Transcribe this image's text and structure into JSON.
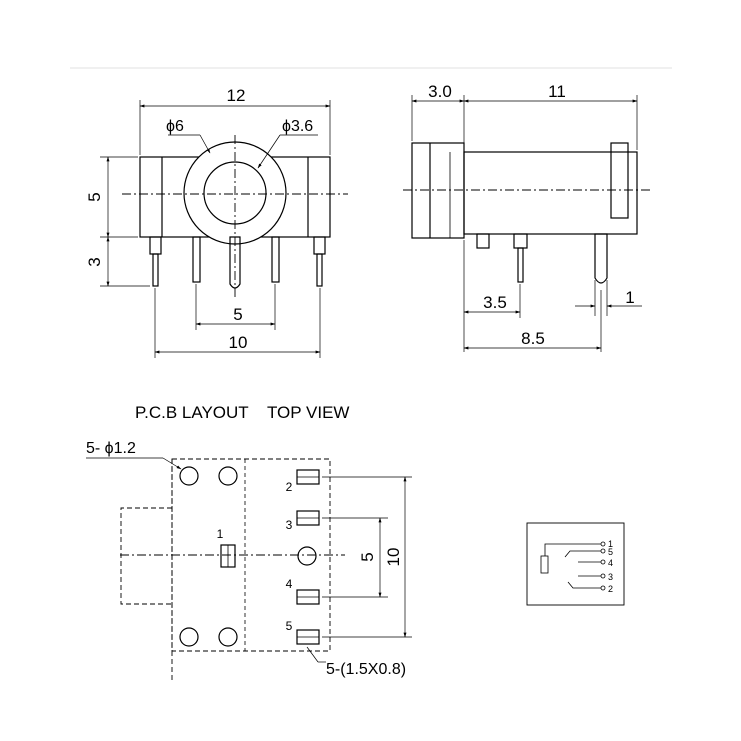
{
  "front_view": {
    "width_12": "12",
    "dia_6": "ϕ6",
    "dia_3_6": "ϕ3.6",
    "height_5": "5",
    "height_3": "3",
    "pin_span_5": "5",
    "pin_span_10": "10"
  },
  "side_view": {
    "dim_3_0": "3.0",
    "dim_11": "11",
    "dim_3_5": "3.5",
    "dim_1": "1",
    "dim_8_5": "8.5"
  },
  "pcb": {
    "title": "P.C.B LAYOUT    TOP VIEW",
    "holes_label": "5- ϕ1.2",
    "pads_label": "5-(1.5X0.8)",
    "pin_1": "1",
    "pin_2": "2",
    "pin_3": "3",
    "pin_4": "4",
    "pin_5": "5",
    "dim_5": "5",
    "dim_10": "10"
  },
  "schematic": {
    "pins": [
      "1",
      "5",
      "4",
      "3",
      "2"
    ]
  }
}
